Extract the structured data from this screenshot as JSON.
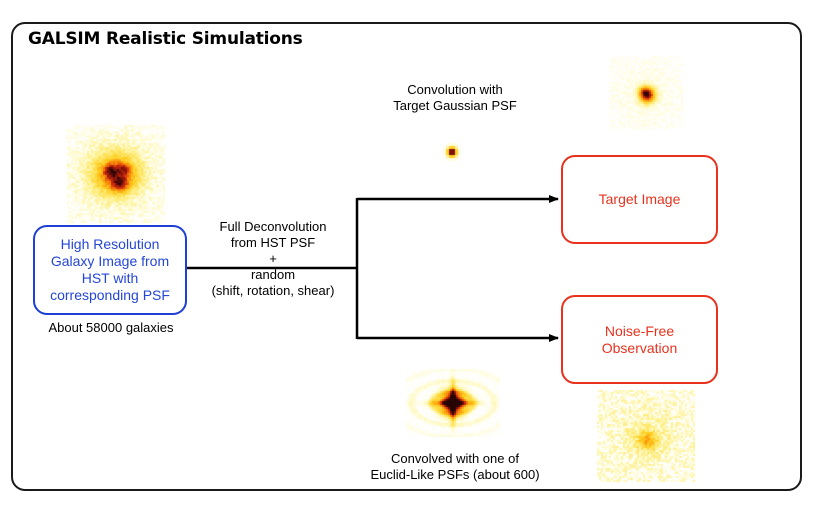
{
  "title": "GALSIM Realistic Simulations",
  "source_box": {
    "text": "High Resolution\nGalaxy Image from\nHST with\ncorresponding PSF",
    "caption": "About 58000 galaxies"
  },
  "process_label": "Full Deconvolution\nfrom HST PSF\n+\nrandom\n(shift, rotation, shear)",
  "top_branch_label": "Convolution with\nTarget Gaussian PSF",
  "bottom_branch_label": "Convolved with one of\nEuclid-Like PSFs (about 600)",
  "target_box": {
    "text": "Target Image"
  },
  "noise_box": {
    "text": "Noise-Free\nObservation"
  },
  "colors": {
    "source_border": "#1d3fd6",
    "output_border": "#e8321e",
    "heat_dark": "#3a0a0a",
    "heat_mid": "#d42a0a",
    "heat_light": "#ffd21a"
  },
  "images": [
    {
      "name": "hst-galaxy-image",
      "kind": "galaxy"
    },
    {
      "name": "gaussian-psf-image",
      "kind": "gaussian-psf"
    },
    {
      "name": "target-galaxy-image",
      "kind": "small-galaxy"
    },
    {
      "name": "euclid-psf-image",
      "kind": "euclid-psf"
    },
    {
      "name": "noise-free-observation-image",
      "kind": "faint-galaxy"
    }
  ]
}
